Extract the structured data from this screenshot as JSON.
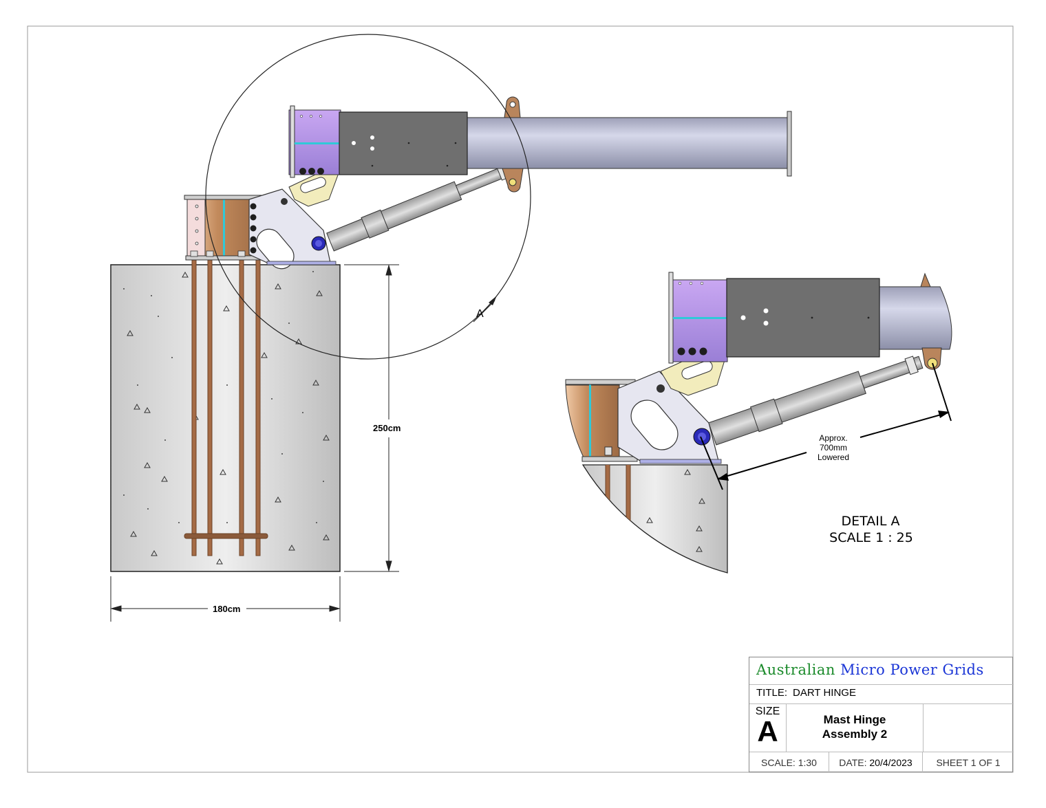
{
  "drawing": {
    "dim_height_label": "250cm",
    "dim_width_label": "180cm",
    "section_marker": "A",
    "detail_dim_lines": [
      "Approx.",
      "700mm",
      "Lowered"
    ],
    "detail_title": "DETAIL A",
    "detail_scale": "SCALE 1 : 25"
  },
  "title_block": {
    "company_word1": "Australian",
    "company_word2": "Micro Power Grids",
    "title_label": "TITLE:",
    "title_value": "DART HINGE",
    "size_label": "SIZE",
    "size_value": "A",
    "description_line1": "Mast Hinge",
    "description_line2": "Assembly 2",
    "scale_label": "SCALE:",
    "scale_value": "1:30",
    "date_label": "DATE:",
    "date_value": "20/4/2023",
    "sheet_label": "SHEET 1 OF 1"
  },
  "colors": {
    "concrete": "#d8d8d8",
    "pipe": "#b8bbd2",
    "plate": "#6f6f6f",
    "bracket": "#f2ecbc",
    "hinge_plate": "#e6e6f0",
    "purple_flange": "#b98de8",
    "copper": "#b9855c",
    "rod": "#8a5a3a",
    "pin": "#3030c8"
  }
}
